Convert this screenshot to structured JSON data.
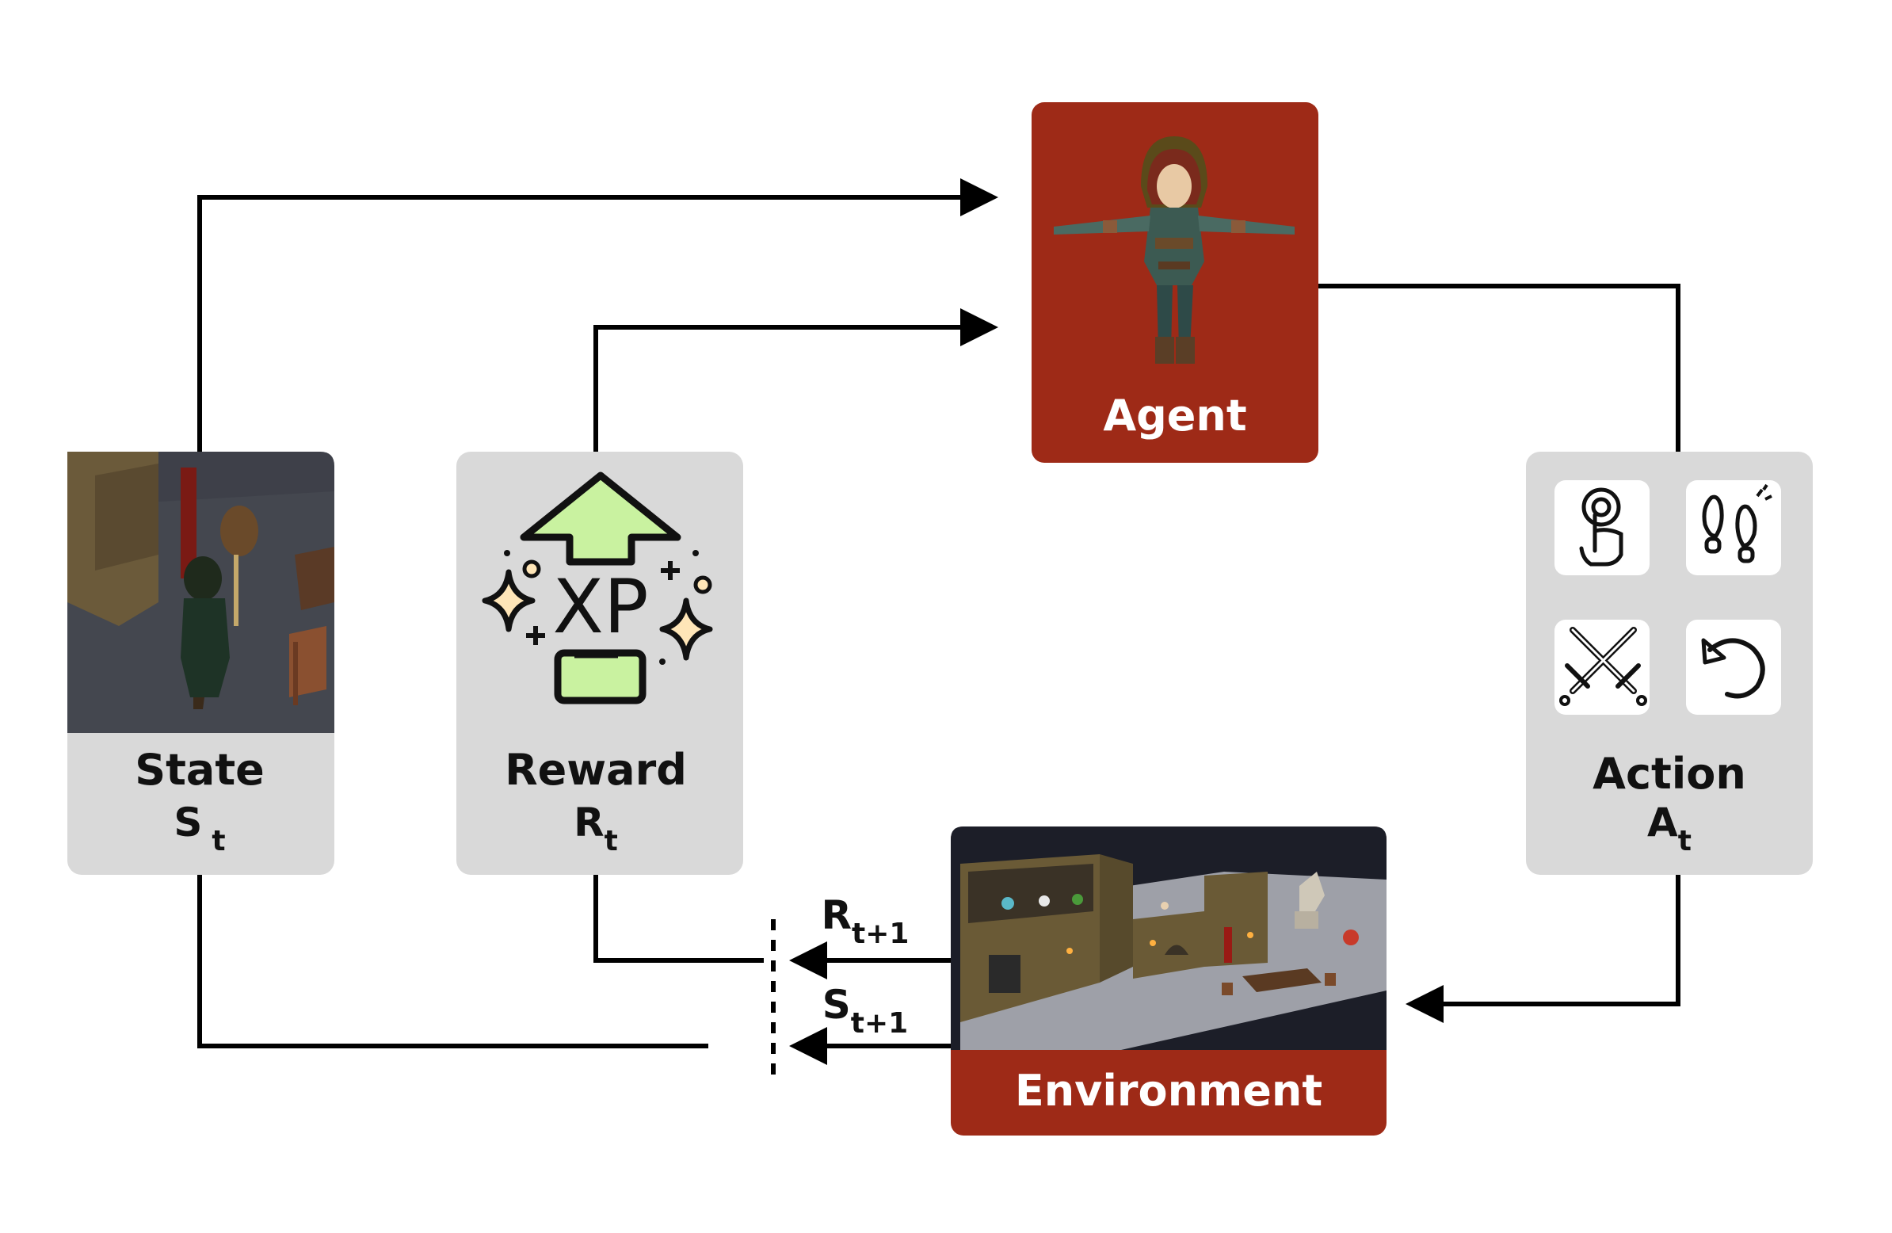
{
  "agent": {
    "label": "Agent"
  },
  "state": {
    "label": "State",
    "symbol": "S",
    "subscript": "t"
  },
  "reward": {
    "label": "Reward",
    "symbol": "R",
    "subscript": "t",
    "icon_text": "XP"
  },
  "action": {
    "label": "Action",
    "symbol": "A",
    "subscript": "t",
    "icons": [
      "tap-gesture-icon",
      "footsteps-icon",
      "crossed-swords-icon",
      "undo-arrow-icon"
    ]
  },
  "environment": {
    "label": "Environment"
  },
  "feedback": {
    "reward_next": {
      "symbol": "R",
      "subscript": "t+1"
    },
    "state_next": {
      "symbol": "S",
      "subscript": "t+1"
    }
  },
  "colors": {
    "accent_red": "#9e2a17",
    "panel_gray": "#d9d9d9",
    "scene_dark": "#2b2f36",
    "xp_green": "#c9f2a0",
    "sparkle": "#ffe6b8"
  }
}
